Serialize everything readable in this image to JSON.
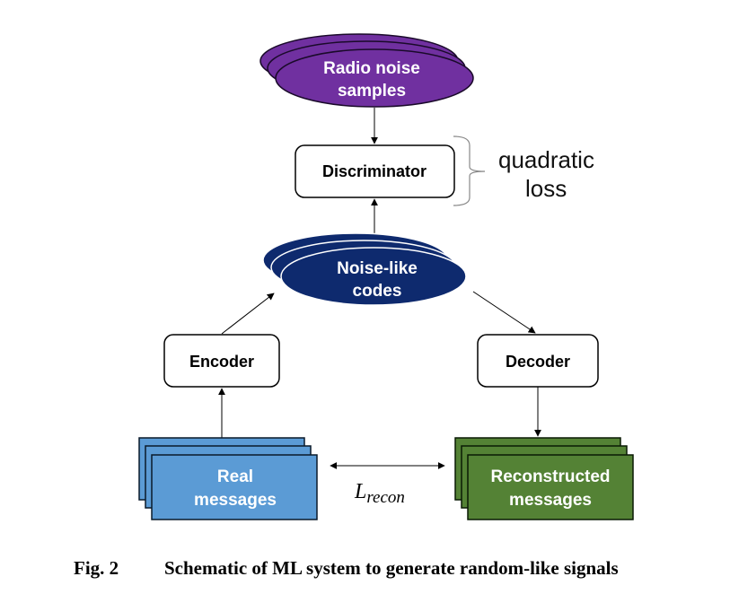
{
  "nodes": {
    "radio_noise": {
      "line1": "Radio noise",
      "line2": "samples",
      "fill": "#7030A0",
      "stroke": "#1a0a2a",
      "text_color": "#ffffff"
    },
    "discriminator": {
      "label": "Discriminator"
    },
    "noise_codes": {
      "line1": "Noise-like",
      "line2": "codes",
      "fill": "#0E2A6E",
      "stroke": "#ffffff",
      "text_color": "#ffffff"
    },
    "encoder": {
      "label": "Encoder"
    },
    "decoder": {
      "label": "Decoder"
    },
    "real_messages": {
      "line1": "Real",
      "line2": "messages",
      "fill": "#5B9BD5",
      "stroke": "#0a1a2a",
      "text_color": "#ffffff"
    },
    "reconstructed_messages": {
      "line1": "Reconstructed",
      "line2": "messages",
      "fill": "#548235",
      "stroke": "#0a1a05",
      "text_color": "#ffffff"
    }
  },
  "annotations": {
    "loss_line1": "quadratic",
    "loss_line2": "loss",
    "recon_L": "L",
    "recon_sub": "recon"
  },
  "caption": {
    "fig_label": "Fig. 2",
    "text": "Schematic of ML system to generate random-like signals"
  }
}
